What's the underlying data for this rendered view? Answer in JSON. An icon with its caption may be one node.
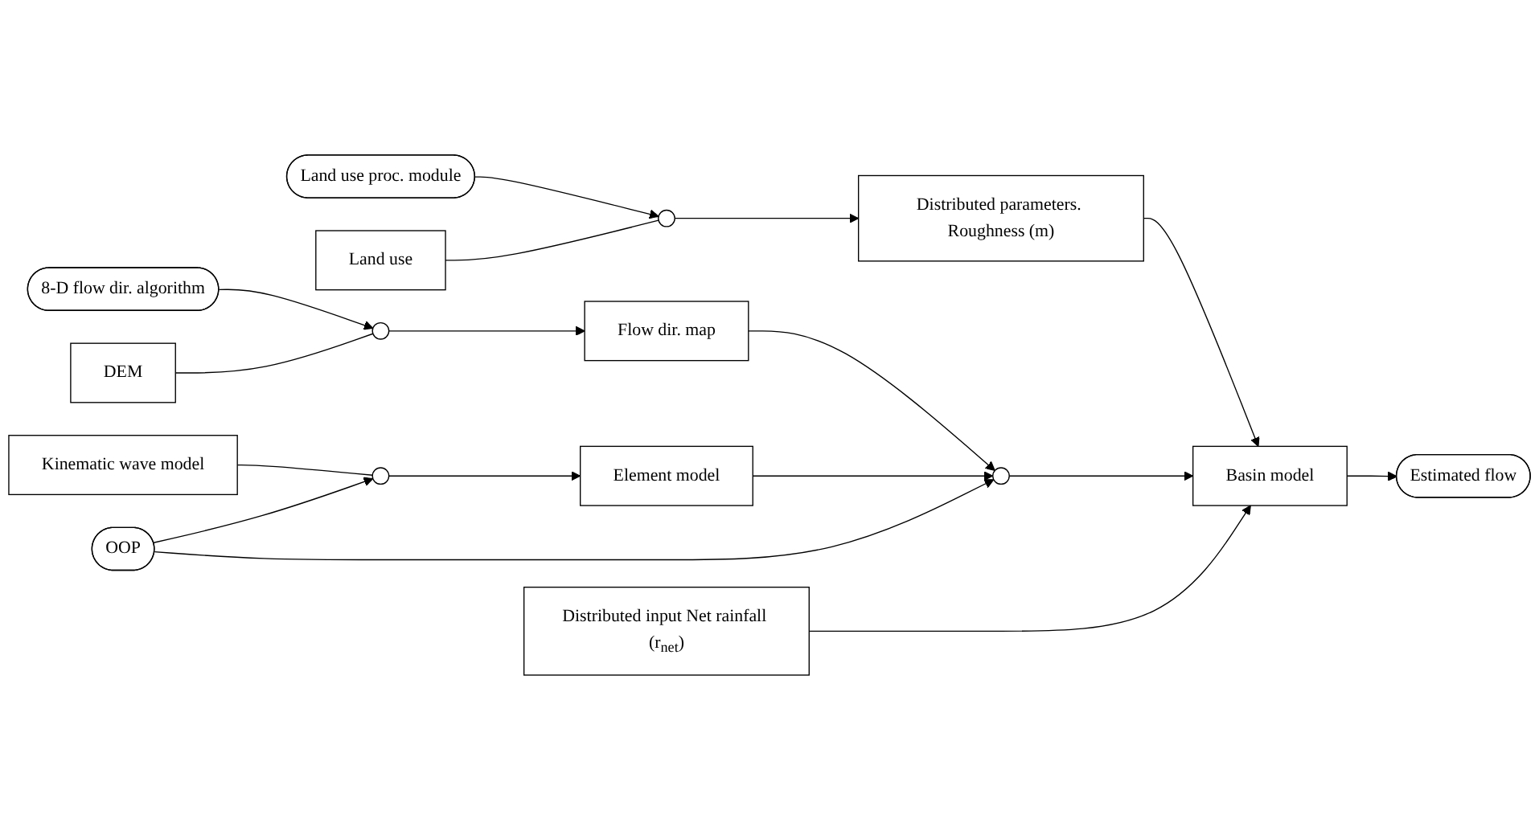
{
  "diagram": {
    "nodes": [
      {
        "text": [
          "8-D flow dir. algorithm"
        ]
      },
      {
        "text": [
          "DEM"
        ]
      },
      {
        "text": [],
        "shape": "circle"
      },
      {
        "text": [
          "Flow dir. map"
        ]
      },
      {
        "text": [
          "Land use proc. module"
        ]
      },
      {
        "text": [
          "Distributed parameters. Roughness (m)"
        ]
      },
      {
        "text": [],
        "shape": "circle"
      },
      {
        "text": [
          "Land use"
        ]
      },
      {
        "text": [],
        "shape": "circle"
      },
      {
        "text": [
          "Basin model"
        ]
      },
      {
        "text": [
          "Estimated flow"
        ]
      },
      {
        "text": [
          "Kinematic wave model"
        ]
      },
      {
        "text": [],
        "shape": "circle"
      },
      {
        "text": [
          "Element model"
        ]
      },
      {
        "text": [
          "Distributed input Net rainfall (r$_{net}$)"
        ]
      },
      {
        "text": [
          "OOP"
        ]
      }
    ],
    "edges": [
      {
        "from": 0,
        "to": 2,
        "arrow": "to"
      },
      {
        "from": 1,
        "to": 2,
        "arrow": "none"
      },
      {
        "from": 2,
        "to": 3,
        "arrow": "to"
      },
      {
        "from": 3,
        "to": 8,
        "arrow": "to"
      },
      {
        "from": 4,
        "to": 6,
        "arrow": "to"
      },
      {
        "from": 7,
        "to": 6,
        "arrow": "none"
      },
      {
        "from": 6,
        "to": 5,
        "arrow": "to"
      },
      {
        "from": 5,
        "to": 9,
        "arrow": "to"
      },
      {
        "from": 13,
        "to": 8,
        "arrow": "to"
      },
      {
        "from": 15,
        "to": 8,
        "arrow": "to"
      },
      {
        "from": 8,
        "to": 9,
        "arrow": "to"
      },
      {
        "from": 9,
        "to": 10,
        "arrow": "to"
      },
      {
        "from": 11,
        "to": 12,
        "arrow": "none"
      },
      {
        "from": 15,
        "to": 12,
        "arrow": "to"
      },
      {
        "from": 12,
        "to": 13,
        "arrow": "to"
      },
      {
        "from": 14,
        "to": 9,
        "arrow": "to"
      }
    ]
  }
}
